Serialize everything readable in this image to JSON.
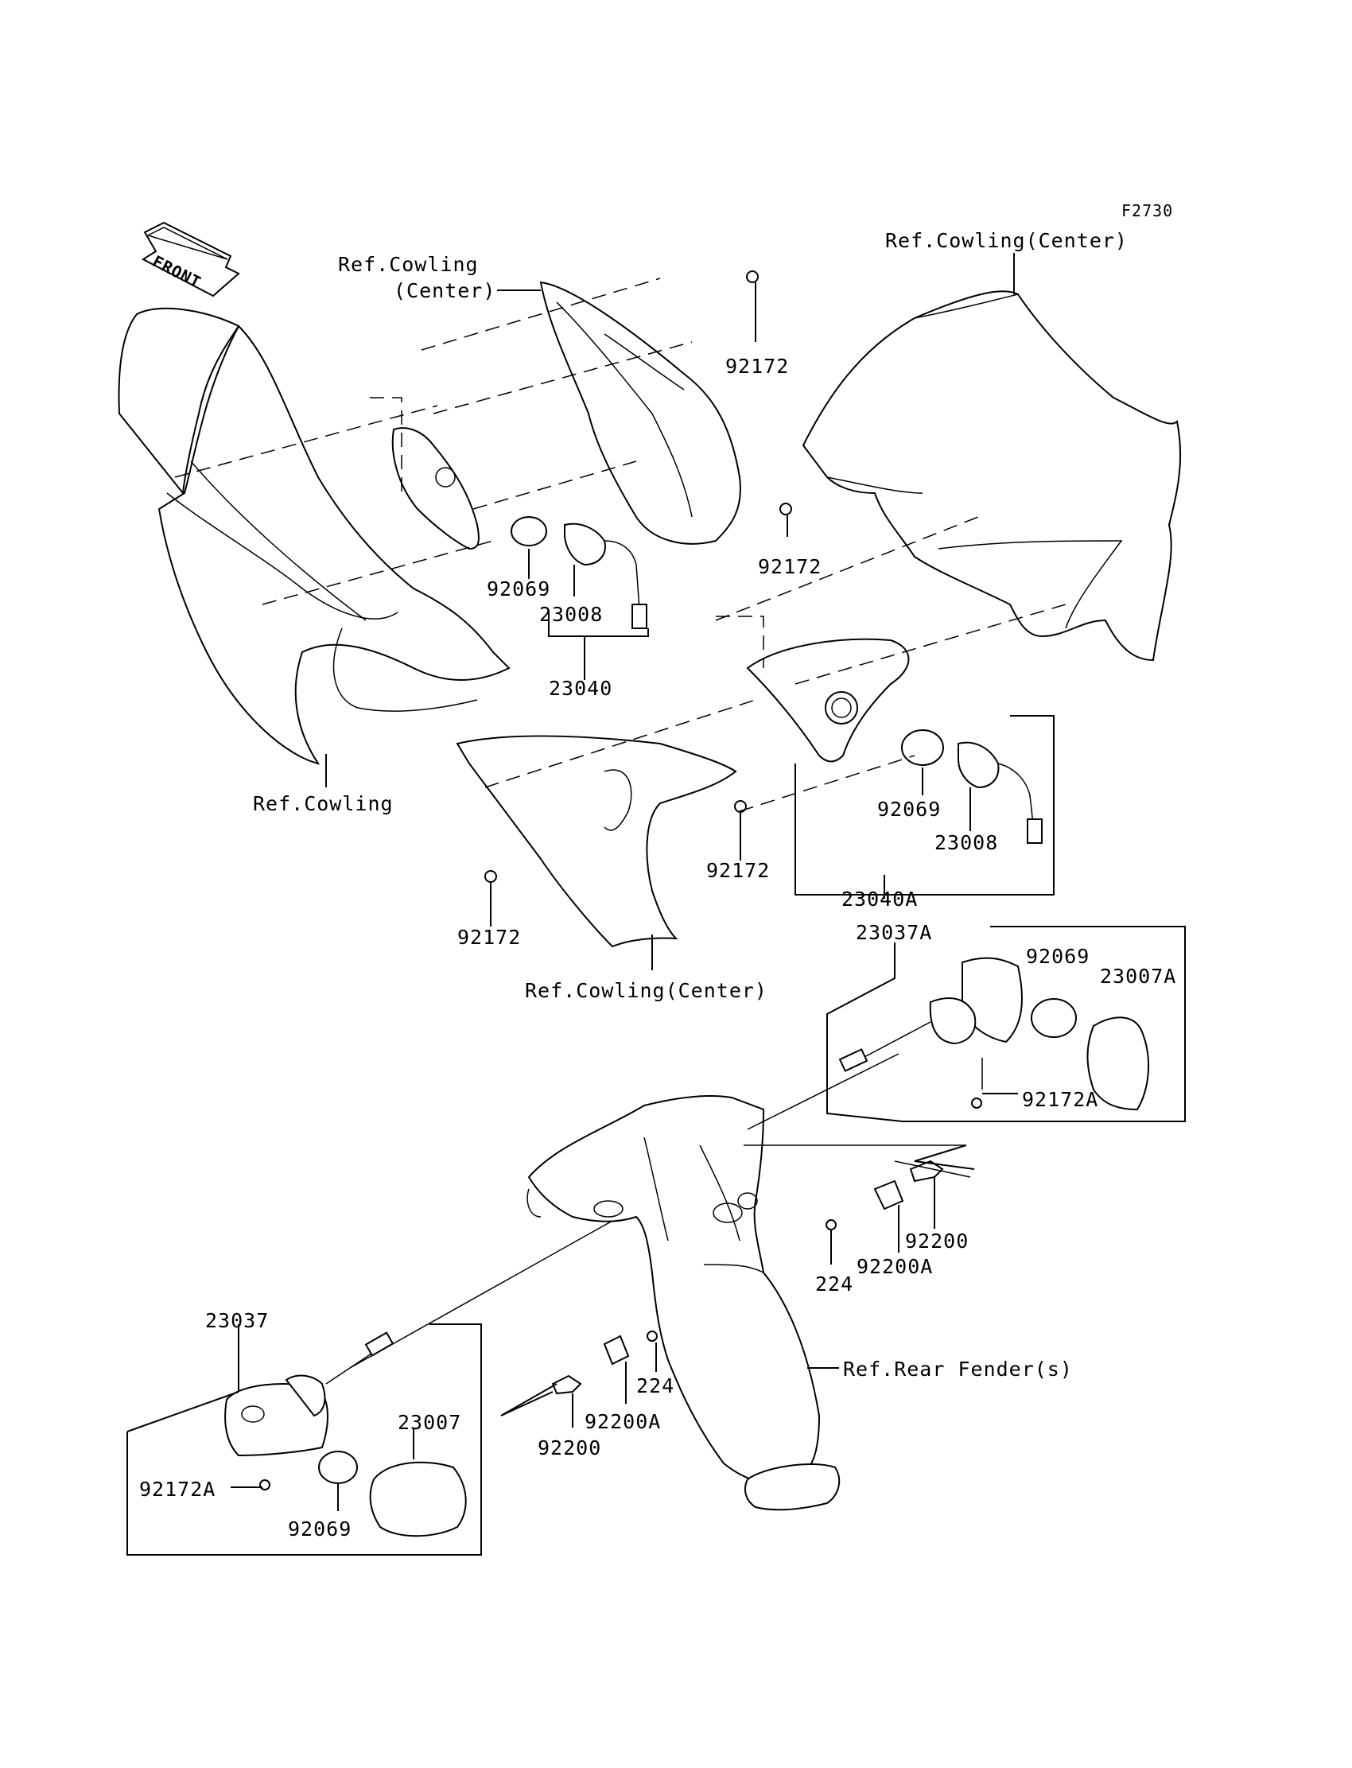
{
  "figure_code": "F2730",
  "front_arrow": "FRONT",
  "labels": {
    "ref_cowling_center_top_left_1": "Ref.Cowling",
    "ref_cowling_center_top_left_2": "(Center)",
    "ref_cowling_center_top_right": "Ref.Cowling(Center)",
    "p92172_a": "92172",
    "p92172_b": "92172",
    "p92069_a": "92069",
    "p23008_a": "23008",
    "p23040": "23040",
    "ref_cowling": "Ref.Cowling",
    "p92069_b": "92069",
    "p23008_b": "23008",
    "p92172_c": "92172",
    "p23040A": "23040A",
    "p92172_d": "92172",
    "ref_cowling_center_bottom": "Ref.Cowling(Center)",
    "p23037A": "23037A",
    "p92069_c": "92069",
    "p23007A": "23007A",
    "p92172A_a": "92172A",
    "p92200_a": "92200",
    "p224_a": "224",
    "p92200A_a": "92200A",
    "ref_rear_fender": "Ref.Rear Fender(s)",
    "p23037": "23037",
    "p224_b": "224",
    "p92200A_b": "92200A",
    "p92200_b": "92200",
    "p23007": "23007",
    "p92172A_b": "92172A",
    "p92069_d": "92069"
  }
}
